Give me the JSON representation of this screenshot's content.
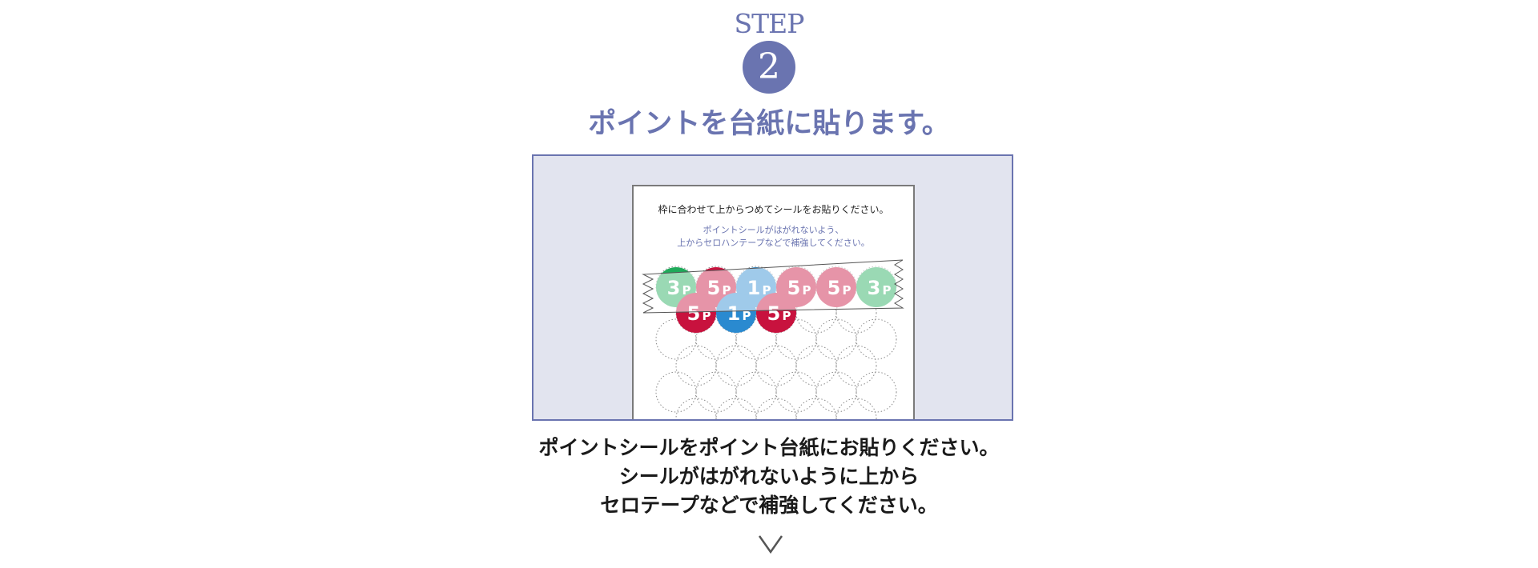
{
  "step": {
    "label": "STEP",
    "number": "2",
    "title": "ポイントを台紙に貼ります。"
  },
  "card": {
    "line1": "枠に合わせて上からつめてシールをお貼りください。",
    "line2": "ポイントシールがはがれないよう、",
    "line3": "上からセロハンテープなどで補強してください。"
  },
  "stickers": [
    {
      "value": "3",
      "unit": "P",
      "color": "#1faa5a"
    },
    {
      "value": "5",
      "unit": "P",
      "color": "#c8123e"
    },
    {
      "value": "1",
      "unit": "P",
      "color": "#2a8ad0"
    },
    {
      "value": "5",
      "unit": "P",
      "color": "#c8123e"
    },
    {
      "value": "5",
      "unit": "P",
      "color": "#c8123e"
    },
    {
      "value": "3",
      "unit": "P",
      "color": "#1faa5a"
    },
    {
      "value": "5",
      "unit": "P",
      "color": "#c8123e"
    },
    {
      "value": "1",
      "unit": "P",
      "color": "#2a8ad0"
    },
    {
      "value": "5",
      "unit": "P",
      "color": "#c8123e"
    }
  ],
  "description": {
    "line1": "ポイントシールをポイント台紙にお貼りください。",
    "line2": "シールがはがれないように上から",
    "line3": "セロテープなどで補強してください。"
  },
  "icons": {
    "next": "chevron-down-icon"
  },
  "colors": {
    "accent": "#6a74b0",
    "panel_bg": "#e2e4ef"
  }
}
